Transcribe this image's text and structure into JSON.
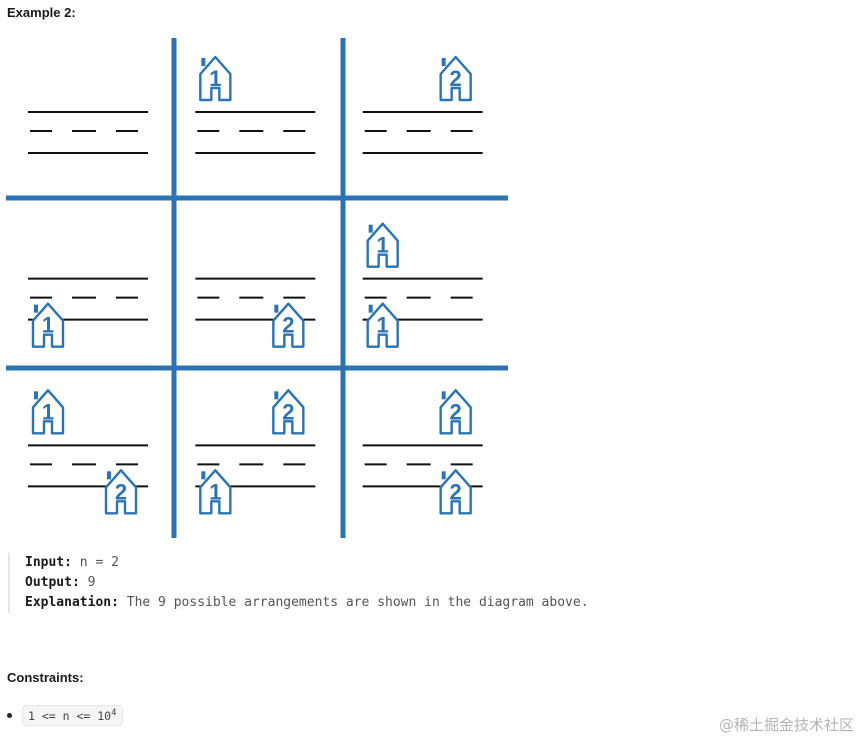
{
  "example": {
    "heading": "Example 2:"
  },
  "diagram": {
    "grid_color": "#2b73b3",
    "house_color": "#2b73b3",
    "cells": [
      {
        "top": [],
        "bottom": []
      },
      {
        "top": [
          "1"
        ],
        "bottom": []
      },
      {
        "top": [
          "2"
        ],
        "bottom": []
      },
      {
        "top": [],
        "bottom": [
          "1"
        ]
      },
      {
        "top": [],
        "bottom": [
          "2"
        ]
      },
      {
        "top": [
          "1"
        ],
        "bottom": [
          "1"
        ]
      },
      {
        "top": [
          "1"
        ],
        "bottom": [
          "2"
        ]
      },
      {
        "top": [
          "2"
        ],
        "bottom": [
          "1"
        ]
      },
      {
        "top": [
          "2"
        ],
        "bottom": [
          "2"
        ]
      }
    ]
  },
  "io": {
    "input_label": "Input:",
    "input_value": " n = 2",
    "output_label": "Output:",
    "output_value": " 9",
    "explanation_label": "Explanation:",
    "explanation_value": " The 9 possible arrangements are shown in the diagram above."
  },
  "constraints": {
    "heading": "Constraints:",
    "item_base": "1 <= n <= 10",
    "item_exp": "4"
  },
  "watermark": "@稀土掘金技术社区"
}
